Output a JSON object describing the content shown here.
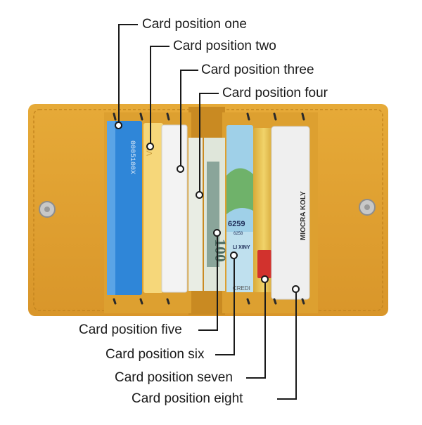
{
  "labels": [
    "Card position one",
    "Card position two",
    "Card position three",
    "Card position four",
    "Card position five",
    "Card position six",
    "Card position seven",
    "Card position eight"
  ],
  "card_text": {
    "blue_card_number": "0005100X",
    "vip_card": "VIP",
    "credit_card_number": "6259",
    "credit_card_small": "6258",
    "credit_card_name": "LI XINY",
    "credit_card_word": "CREDI",
    "white_card_brand": "MIOCRA KOLY",
    "banknote_value": "100"
  },
  "colors": {
    "wallet_leather": "#e0a22f",
    "wallet_shadow": "#b97c1c",
    "blue_card": "#2f86d8",
    "yellow_card": "#f6d77a",
    "white_card": "#f2f2f2",
    "gold_card": "#e8c24e"
  }
}
